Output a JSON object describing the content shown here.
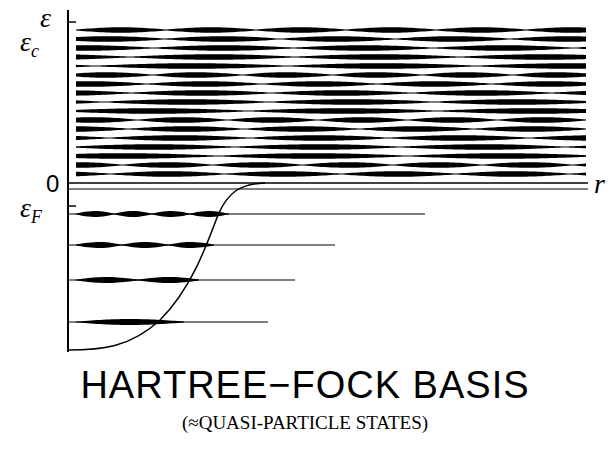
{
  "diagram": {
    "caption": "HARTREE−FOCK BASIS",
    "labels": [
      "ε",
      "εc",
      "0",
      "r",
      "εF",
      "(≈QUASI-PARTICLE STATES)"
    ]
  }
}
